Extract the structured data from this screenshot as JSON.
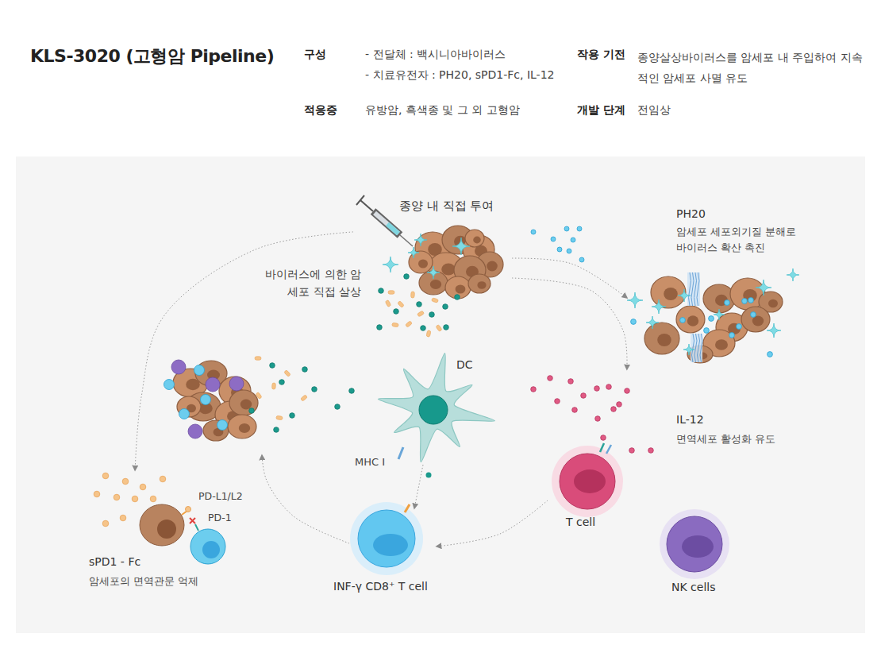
{
  "diagram": {
    "title": "KLS-3020 (고형암 Pipeline)",
    "nodes": [
      {
        "text": [
          "종양 내 직접 투여"
        ]
      },
      {
        "text": [
          "PH20",
          "암세포 세포외기질 분해로 바이러스 확산 촉진"
        ]
      },
      {
        "text": [
          "IL-12",
          "면역세포 활성화 유도"
        ]
      },
      {
        "text": [
          "T cell"
        ]
      },
      {
        "text": [
          "INF-γ CD8⁺ T cell"
        ]
      },
      {
        "text": [
          "DC"
        ]
      },
      {
        "text": [
          "sPD1 - Fc",
          "암세포의 면역관문 억제"
        ]
      },
      {
        "text": [
          "NK cells"
        ]
      }
    ],
    "edges": [
      {
        "from": 0,
        "to": 1,
        "arrow": "to"
      },
      {
        "from": 0,
        "to": 2,
        "arrow": "to"
      },
      {
        "from": 3,
        "to": 4,
        "arrow": "to"
      },
      {
        "from": 5,
        "to": 4,
        "arrow": "to"
      },
      {
        "from": 0,
        "to": 6,
        "arrow": "to"
      }
    ],
    "labels": [
      "구성",
      "- 전달체 : 백시니아바이러스",
      "- 치료유전자 : PH20, sPD1-Fc, IL-12",
      "작용 기전",
      "종양살상바이러스를 암세포 내 주입하여 지속적인 암세포 사멸 유도",
      "적응증",
      "유방암, 흑색종 및 그 외 고형암",
      "개발 단계",
      "전임상",
      "바이러스에 의한 암세포 직접 살상",
      "MHC I",
      "PD-L1/L2",
      "PD-1"
    ]
  }
}
